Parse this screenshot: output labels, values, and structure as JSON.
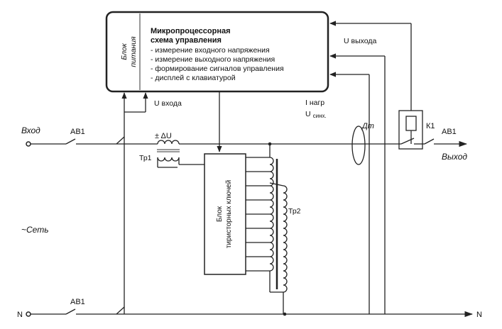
{
  "controller": {
    "power_block_line1": "Блок",
    "power_block_line2": "питания",
    "title_line1": "Микропроцессорная",
    "title_line2": "схема управления",
    "items": [
      "- измерение входного напряжения",
      "- измерение выходного напряжения",
      "- формирование сигналов управления",
      "- дисплей с клавиатурой"
    ]
  },
  "signals": {
    "u_out": "U выхода",
    "u_in": "U входа",
    "i_load": "I нагр",
    "u_sync": "U",
    "u_sync_sub": "синх."
  },
  "labels": {
    "input": "Вход",
    "output": "Выход",
    "network": "~Сеть",
    "breaker": "АВ1",
    "neutral_left": "N",
    "neutral_right": "N",
    "delta_u": "± ΔU",
    "tr1": "Тр1",
    "tr2": "Тр2",
    "current_sensor": "Дт",
    "relay": "К1",
    "thyristor_line1": "Блок",
    "thyristor_line2": "тиристорных ключей"
  }
}
